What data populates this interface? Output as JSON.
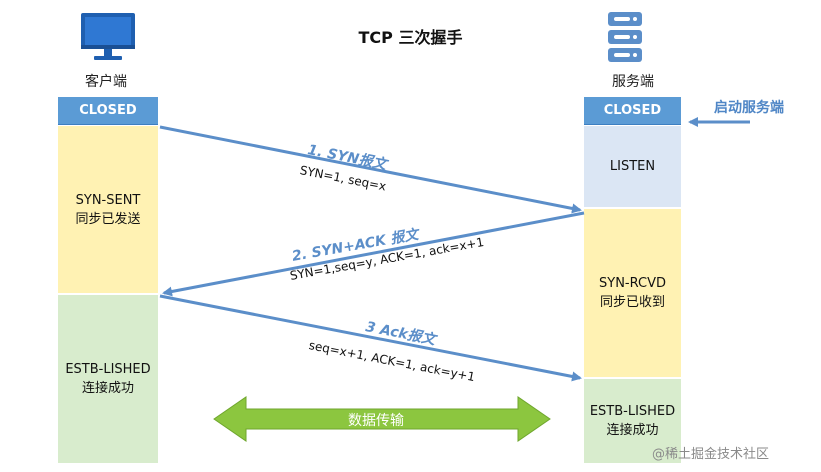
{
  "title": "TCP 三次握手",
  "client": {
    "label": "客户端",
    "states": {
      "closed": "CLOSED",
      "syn_sent": [
        "SYN-SENT",
        "同步已发送"
      ],
      "estab": [
        "ESTB-LISHED",
        "连接成功"
      ]
    }
  },
  "server": {
    "label": "服务端",
    "start_label": "启动服务端",
    "states": {
      "closed": "CLOSED",
      "listen": "LISTEN",
      "syn_rcvd": [
        "SYN-RCVD",
        "同步已收到"
      ],
      "estab": [
        "ESTB-LISHED",
        "连接成功"
      ]
    }
  },
  "messages": [
    {
      "title": "1. SYN报文",
      "detail": "SYN=1, seq=x"
    },
    {
      "title": "2. SYN+ACK 报文",
      "detail": "SYN=1,seq=y,  ACK=1, ack=x+1"
    },
    {
      "title": "3 Ack报文",
      "detail": "seq=x+1, ACK=1, ack=y+1"
    }
  ],
  "data_transfer": "数据传输",
  "watermark": "@稀土掘金技术社区",
  "colors": {
    "closed": "#5b9bd5",
    "arrow": "#5b8ec9",
    "yellow": "#fff2b3",
    "green": "#d8eccd",
    "listen": "#dbe6f4",
    "transfer": "#8cc63f"
  },
  "icons": {
    "client": "monitor-icon",
    "server": "server-icon"
  }
}
